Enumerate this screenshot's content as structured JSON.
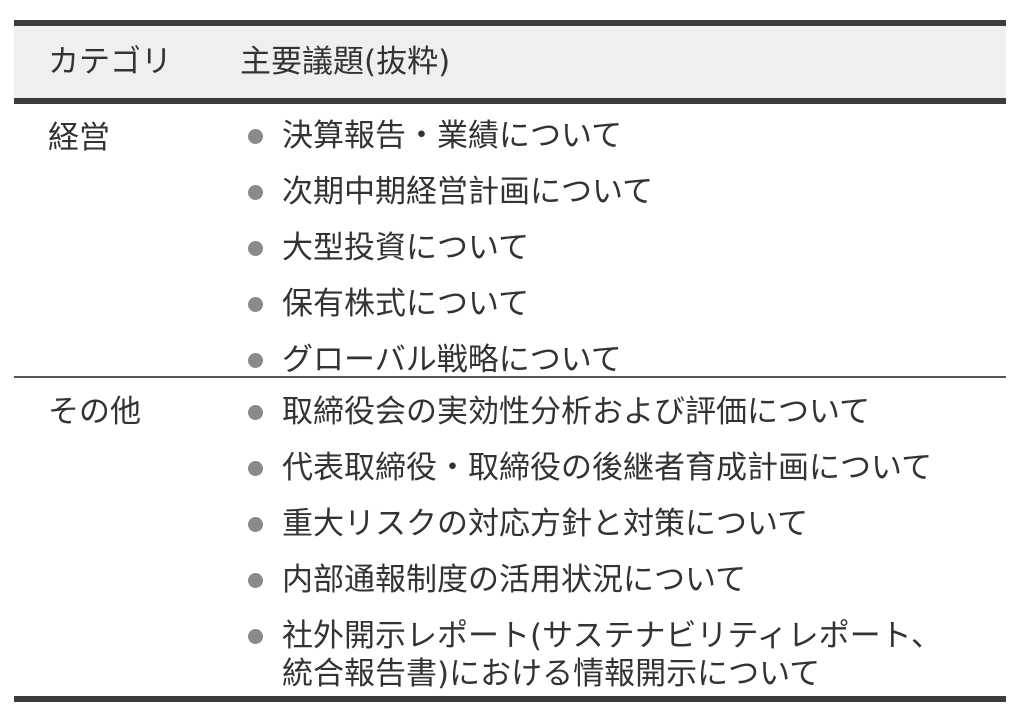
{
  "header": {
    "category_label": "カテゴリ",
    "topics_label": "主要議題(抜粋)"
  },
  "sections": [
    {
      "category": "経営",
      "items": [
        "決算報告・業績について",
        "次期中期経営計画について",
        "大型投資について",
        "保有株式について",
        "グローバル戦略について"
      ]
    },
    {
      "category": "その他",
      "items": [
        "取締役会の実効性分析および評価について",
        "代表取締役・取締役の後継者育成計画について",
        "重大リスクの対応方針と対策について",
        "内部通報制度の活用状況について",
        "社外開示レポート(サステナビリティレポート、\n統合報告書)における情報開示について"
      ]
    }
  ]
}
